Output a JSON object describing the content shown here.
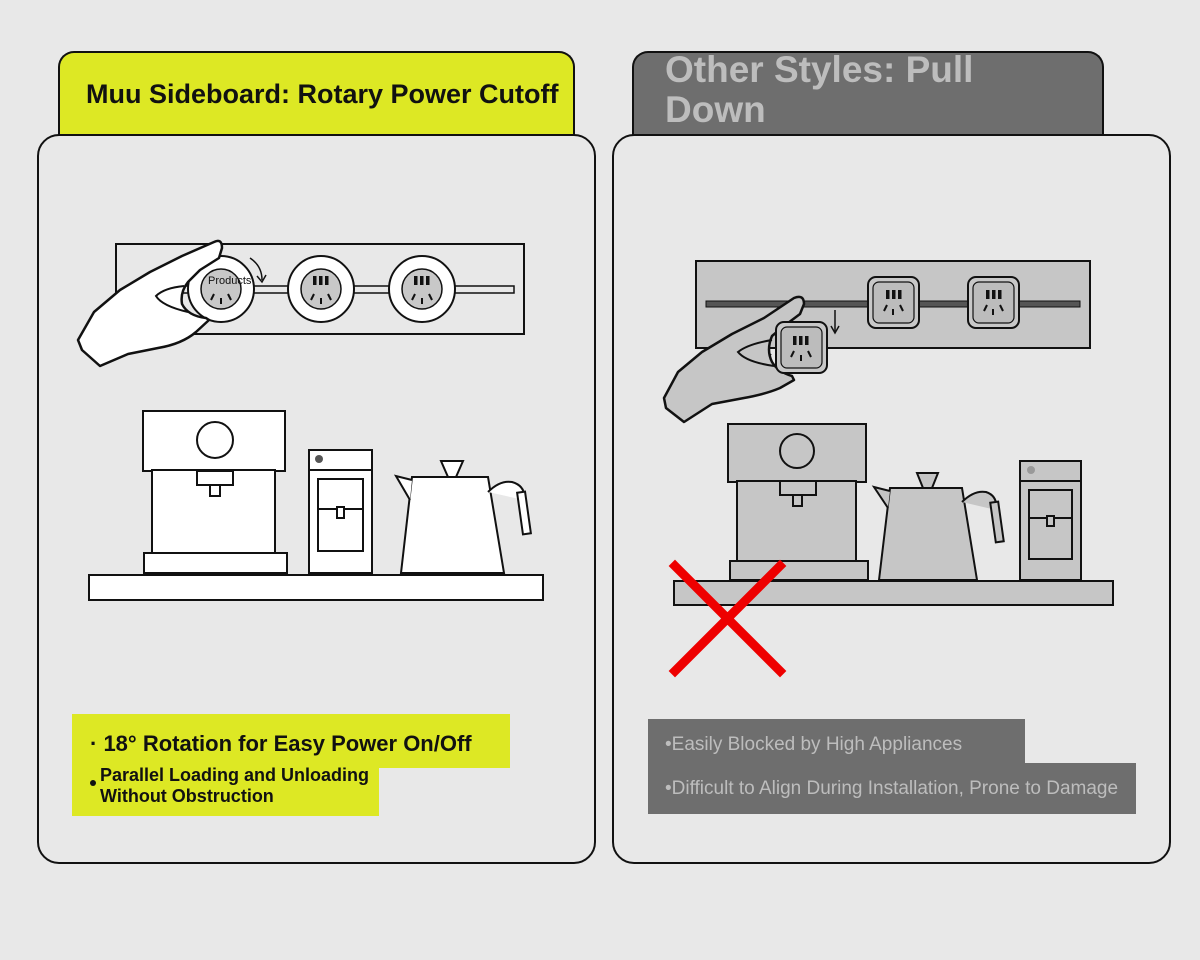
{
  "left": {
    "title": "Muu Sideboard: Rotary Power Cutoff",
    "hand_label": "Products",
    "bullet_1": "· 18° Rotation for Easy Power On/Off",
    "bullet_2": "Parallel Loading and Unloading Without Obstruction"
  },
  "right": {
    "title": "Other Styles: Pull Down",
    "bullet_1": "•Easily Blocked by High Appliances",
    "bullet_2": "•Difficult to Align During Installation, Prone to Damage"
  },
  "colors": {
    "accent_yellow": "#dde824",
    "dark_gray": "#6e6e6e",
    "muted_text": "#bdbdbd",
    "cross_red": "#ee0000"
  },
  "icons": [
    "rotate-arrow-icon",
    "pull-down-arrow-icon",
    "wrong-cross-icon"
  ]
}
